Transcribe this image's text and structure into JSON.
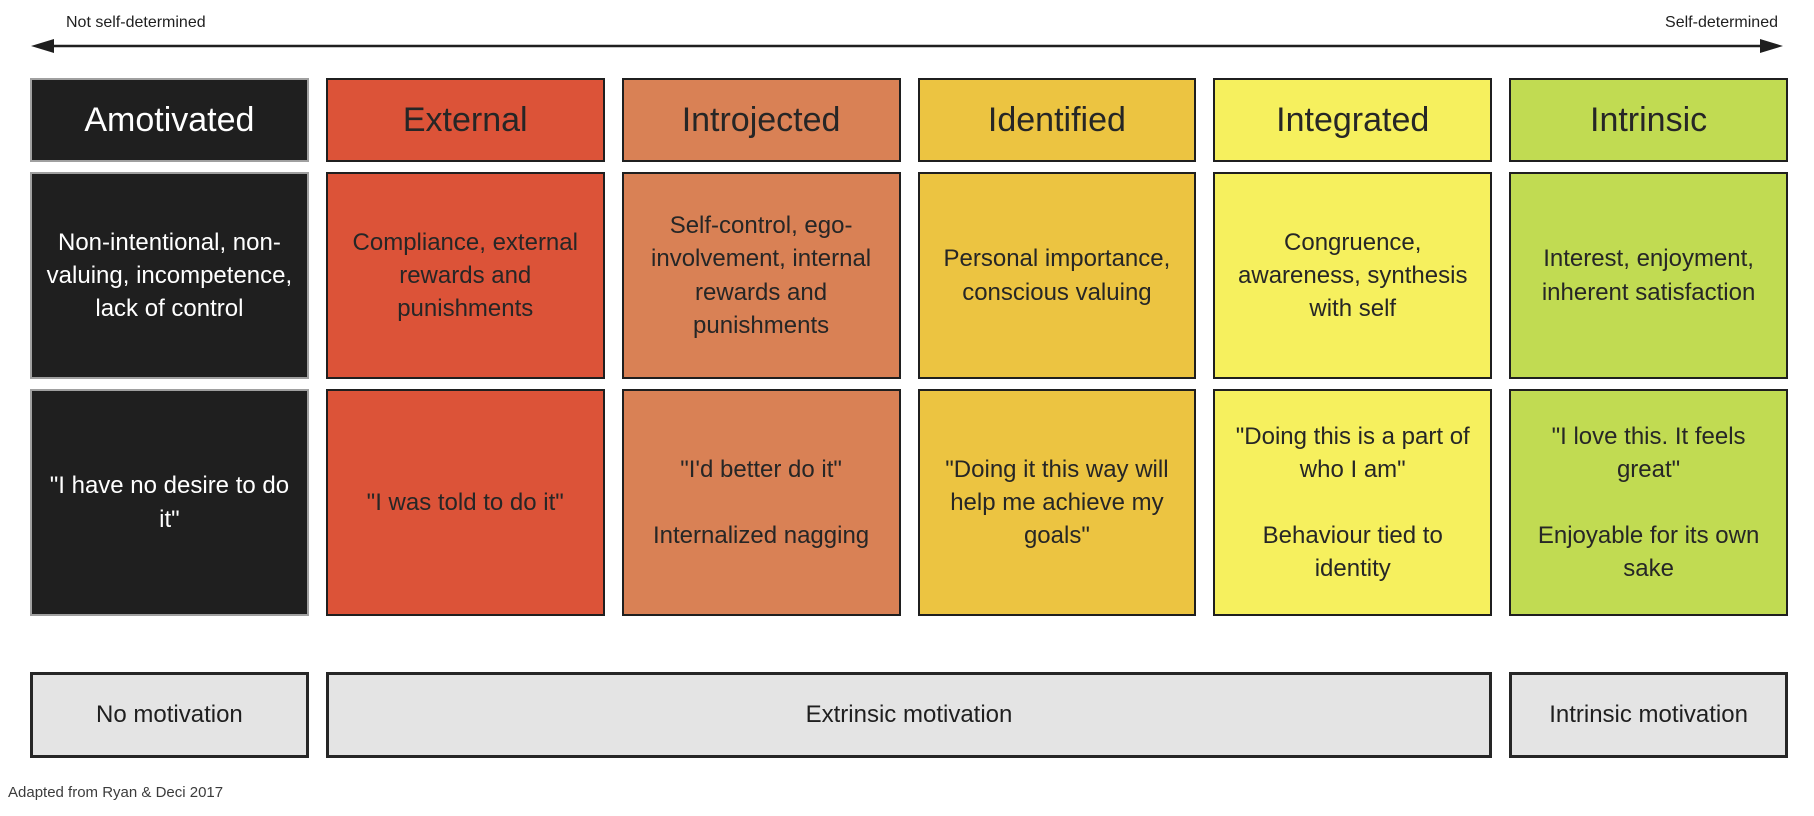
{
  "axis": {
    "left_label": "Not self-determined",
    "right_label": "Self-determined",
    "arrow_color": "#1f1f1f"
  },
  "columns": [
    {
      "id": "amotivated",
      "title": "Amotivated",
      "description": "Non-intentional, non-valuing, incompetence, lack of control",
      "quote": "\"I have no desire to do it\"",
      "note": "",
      "bg": "#1f1f1f",
      "text": "#ffffff",
      "border": "#a0a0a0"
    },
    {
      "id": "external",
      "title": "External",
      "description": "Compliance, external rewards and punishments",
      "quote": "\"I was told to do it\"",
      "note": "",
      "bg": "#dc5338",
      "text": "#262626",
      "border": "#1f1f1f"
    },
    {
      "id": "introjected",
      "title": "Introjected",
      "description": "Self-control, ego-involvement, internal rewards and punishments",
      "quote": "\"I'd better do it\"",
      "note": "Internalized nagging",
      "bg": "#d98155",
      "text": "#262626",
      "border": "#1f1f1f"
    },
    {
      "id": "identified",
      "title": "Identified",
      "description": "Personal importance, conscious valuing",
      "quote": "\"Doing it this way will help me achieve my goals\"",
      "note": "",
      "bg": "#ecc441",
      "text": "#262626",
      "border": "#1f1f1f"
    },
    {
      "id": "integrated",
      "title": "Integrated",
      "description": "Congruence, awareness, synthesis with self",
      "quote": "\"Doing this is a part of who I am\"",
      "note": "Behaviour tied to identity",
      "bg": "#f6f05e",
      "text": "#262626",
      "border": "#1f1f1f"
    },
    {
      "id": "intrinsic",
      "title": "Intrinsic",
      "description": "Interest, enjoyment, inherent satisfaction",
      "quote": "\"I love this. It feels great\"",
      "note": "Enjoyable for its own sake",
      "bg": "#c1db52",
      "text": "#262626",
      "border": "#1f1f1f"
    }
  ],
  "bands": {
    "no_motivation": "No motivation",
    "extrinsic_motivation": "Extrinsic motivation",
    "intrinsic_motivation": "Intrinsic motivation",
    "bg": "#e4e4e4",
    "border": "#262626"
  },
  "attribution": "Adapted from Ryan & Deci 2017"
}
